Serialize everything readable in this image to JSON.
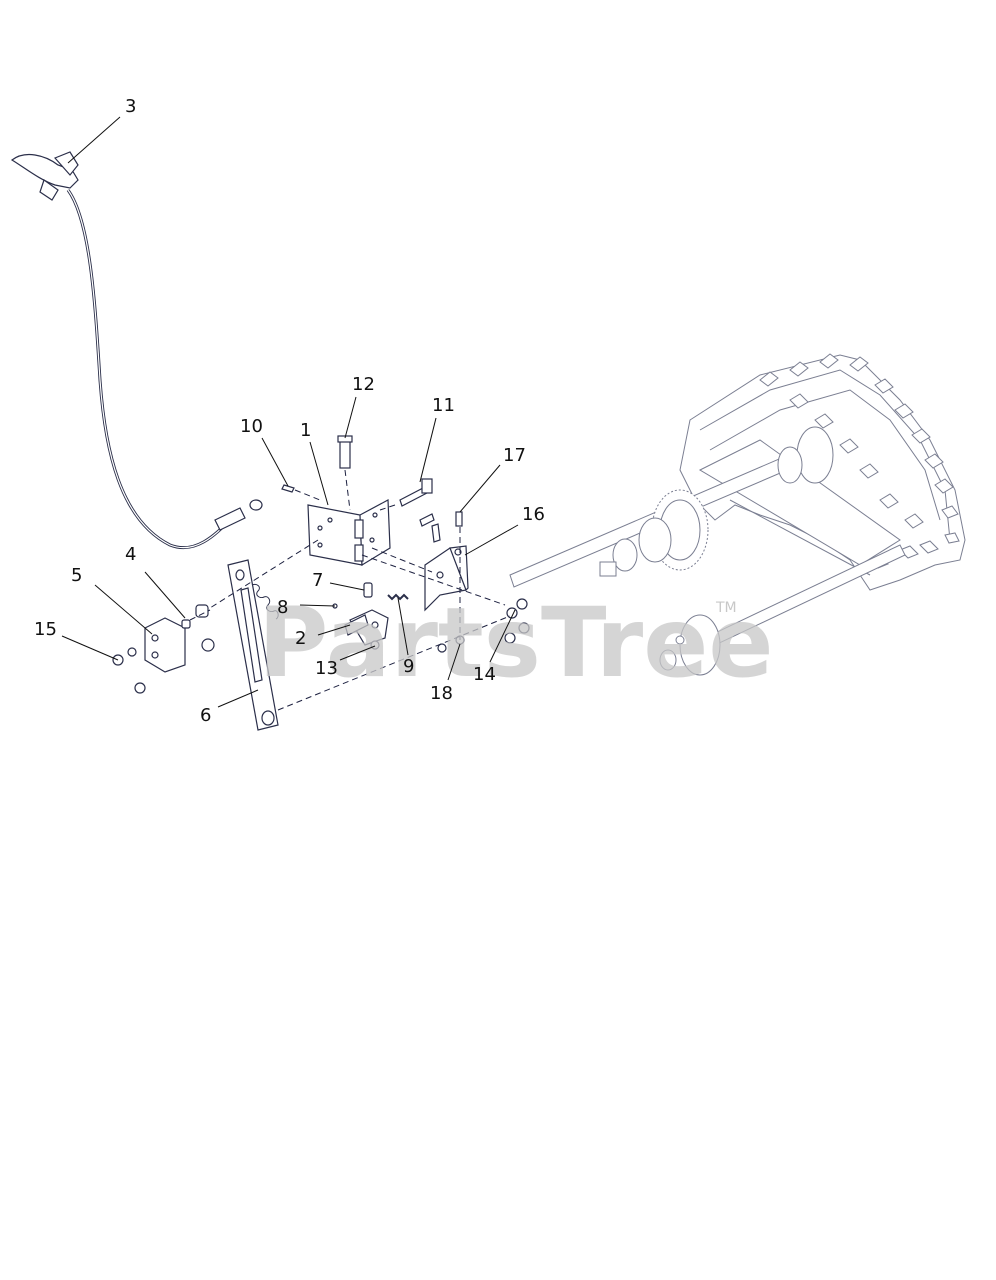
{
  "watermark": {
    "text": "PartsTree",
    "trademark": "TM"
  },
  "callouts": [
    {
      "id": "callout-1",
      "label": "1"
    },
    {
      "id": "callout-2",
      "label": "2"
    },
    {
      "id": "callout-3",
      "label": "3"
    },
    {
      "id": "callout-4",
      "label": "4"
    },
    {
      "id": "callout-5",
      "label": "5"
    },
    {
      "id": "callout-6",
      "label": "6"
    },
    {
      "id": "callout-7",
      "label": "7"
    },
    {
      "id": "callout-8",
      "label": "8"
    },
    {
      "id": "callout-9",
      "label": "9"
    },
    {
      "id": "callout-10",
      "label": "10"
    },
    {
      "id": "callout-11",
      "label": "11"
    },
    {
      "id": "callout-12",
      "label": "12"
    },
    {
      "id": "callout-13",
      "label": "13"
    },
    {
      "id": "callout-14",
      "label": "14"
    },
    {
      "id": "callout-15",
      "label": "15"
    },
    {
      "id": "callout-16",
      "label": "16"
    },
    {
      "id": "callout-17",
      "label": "17"
    },
    {
      "id": "callout-18",
      "label": "18"
    }
  ],
  "colors": {
    "line": "#2b2f4a",
    "watermark": "#c8c8c8"
  }
}
